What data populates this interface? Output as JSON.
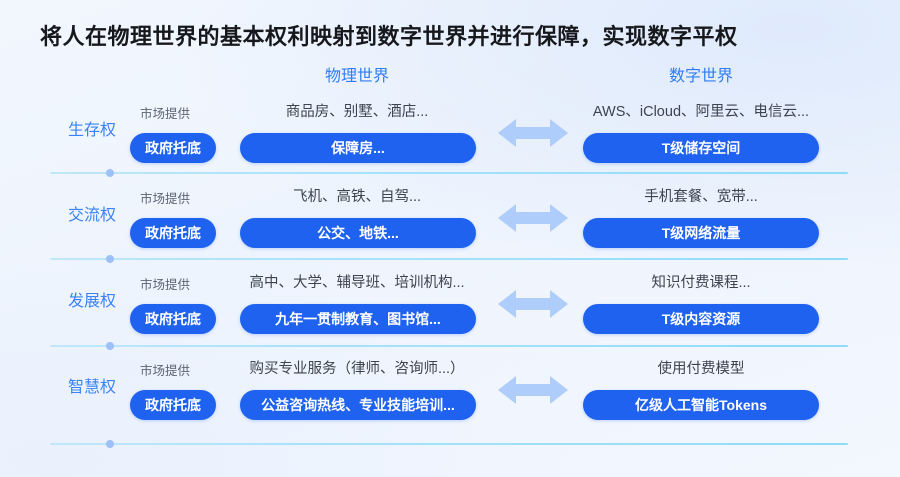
{
  "title": "将人在物理世界的基本权利映射到数字世界并进行保障，实现数字平权",
  "columns": {
    "physical": "物理世界",
    "digital": "数字世界"
  },
  "labels": {
    "market_provided": "市场提供",
    "government_backstop": "政府托底"
  },
  "colors": {
    "accent_blue": "#1f62f0",
    "link_blue": "#3b82f7",
    "divider": "#8fdcf7",
    "arrow": "#aecdfb",
    "title_text": "#17181c",
    "background": "#eef4fd"
  },
  "icons": {
    "exchange_arrow": "double-arrow-icon",
    "node_dot": "timeline-dot-icon"
  },
  "rows": [
    {
      "right_name": "生存权",
      "market_label": "市场提供",
      "physical_desc": "商品房、别墅、酒店...",
      "gov_pill": "政府托底",
      "physical_pill": "保障房...",
      "digital_desc": "AWS、iCloud、阿里云、电信云...",
      "digital_pill": "T级储存空间"
    },
    {
      "right_name": "交流权",
      "market_label": "市场提供",
      "physical_desc": "飞机、高铁、自驾...",
      "gov_pill": "政府托底",
      "physical_pill": "公交、地铁...",
      "digital_desc": "手机套餐、宽带...",
      "digital_pill": "T级网络流量"
    },
    {
      "right_name": "发展权",
      "market_label": "市场提供",
      "physical_desc": "高中、大学、辅导班、培训机构...",
      "gov_pill": "政府托底",
      "physical_pill": "九年一贯制教育、图书馆...",
      "digital_desc": "知识付费课程...",
      "digital_pill": "T级内容资源"
    },
    {
      "right_name": "智慧权",
      "market_label": "市场提供",
      "physical_desc": "购买专业服务（律师、咨询师...）",
      "gov_pill": "政府托底",
      "physical_pill": "公益咨询热线、专业技能培训...",
      "digital_desc": "使用付费模型",
      "digital_pill": "亿级人工智能Tokens"
    }
  ]
}
